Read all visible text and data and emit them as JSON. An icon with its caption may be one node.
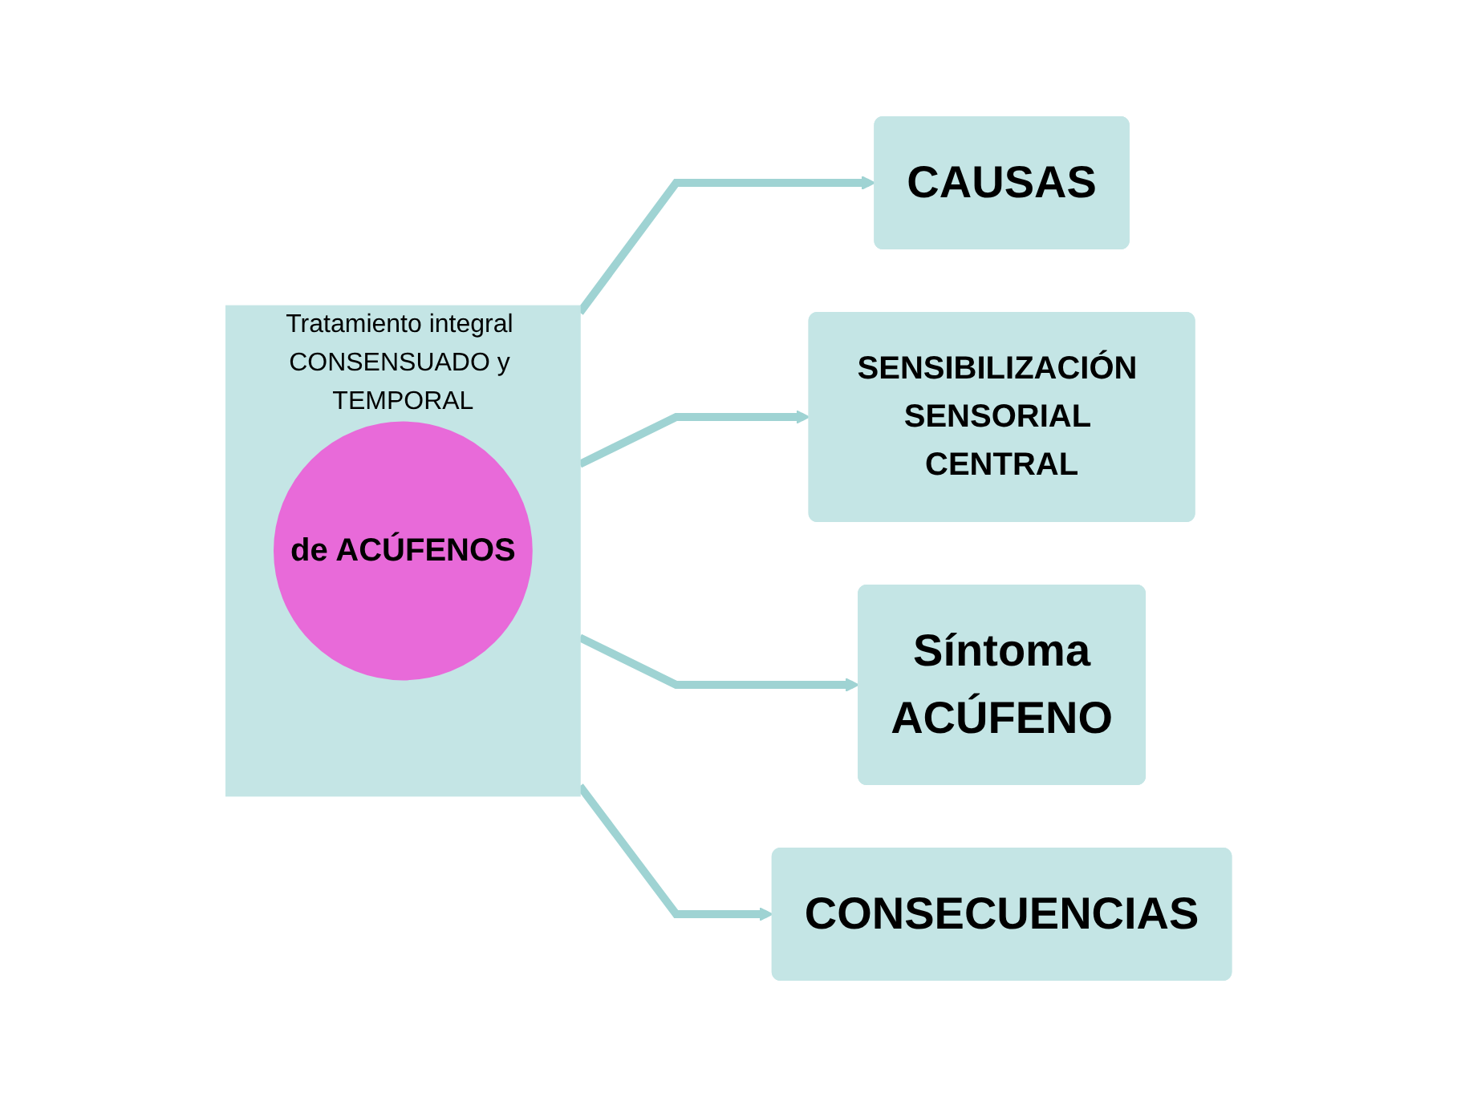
{
  "diagram": {
    "nodes": [
      {
        "text": [
          "Tratamiento integral CONSENSUADO y TEMPORAL"
        ]
      },
      {
        "text": [
          "de ACÚFENOS"
        ],
        "in": 0
      },
      {
        "text": [
          "CAUSAS"
        ]
      },
      {
        "text": [
          "SENSIBILIZACIÓN SENSORIAL CENTRAL"
        ]
      },
      {
        "text": [
          "Síntoma",
          "ACÚFENO"
        ]
      },
      {
        "text": [
          "CONSECUENCIAS"
        ]
      }
    ],
    "edges": [
      {
        "from": 0,
        "to": 2,
        "arrow": "to"
      },
      {
        "from": 0,
        "to": 3,
        "arrow": "to"
      },
      {
        "from": 0,
        "to": 4,
        "arrow": "to"
      },
      {
        "from": 0,
        "to": 5,
        "arrow": "to"
      }
    ]
  }
}
